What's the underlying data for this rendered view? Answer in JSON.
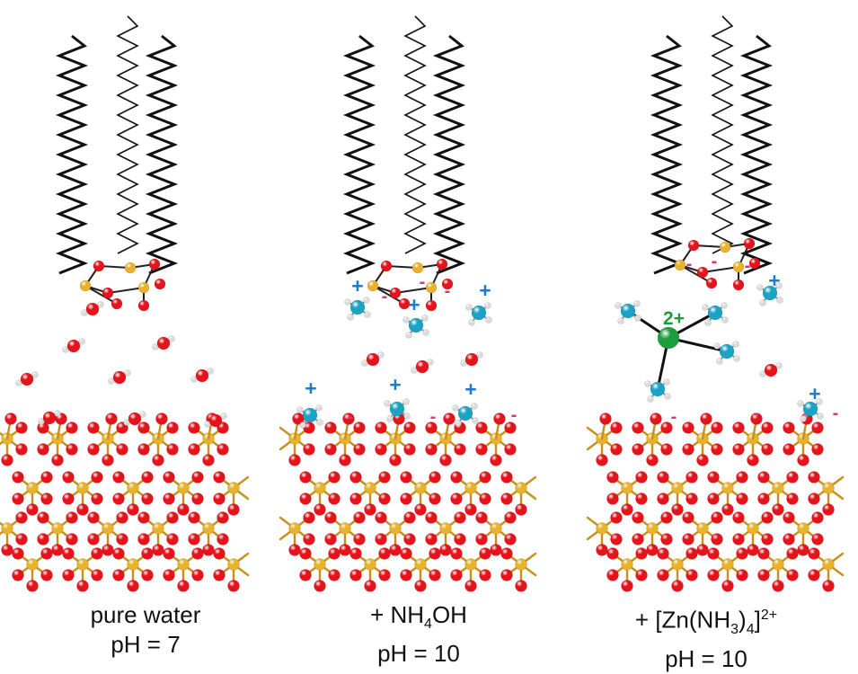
{
  "colors": {
    "oxygen": "#e5141c",
    "silicon": "#e8b22a",
    "hydrogen": "#dcdcdc",
    "nitrogen": "#1aa3c4",
    "zinc": "#1c9e3c",
    "bond": "#c98f1a",
    "chain": "#111111",
    "anion_label": "#e0336f",
    "cation_label": "#1e7bd0",
    "zinc_label": "#1c9e3c"
  },
  "icons": [
    "alkyl-chain",
    "silicate-surface",
    "water-molecule",
    "ammonium-ion",
    "zinc-ammine-complex"
  ],
  "labels": {
    "plus": "+",
    "minus": "-",
    "zinc_charge": "2+"
  },
  "panels": [
    {
      "condition_prefix": "pure water",
      "condition_formula": "",
      "condition_sub": "",
      "condition_tail": "",
      "condition_sub2": "",
      "condition_sup": "",
      "ph": "pH = 7"
    },
    {
      "condition_prefix": "+ NH",
      "condition_formula": "",
      "condition_sub": "4",
      "condition_tail": "OH",
      "condition_sub2": "",
      "condition_sup": "",
      "ph": "pH = 10"
    },
    {
      "condition_prefix": "+ [Zn(NH",
      "condition_formula": "",
      "condition_sub": "3",
      "condition_tail": ")",
      "condition_sub2": "4",
      "condition_sup": "]",
      "condition_sup_value": "2+",
      "ph": "pH = 10"
    }
  ]
}
